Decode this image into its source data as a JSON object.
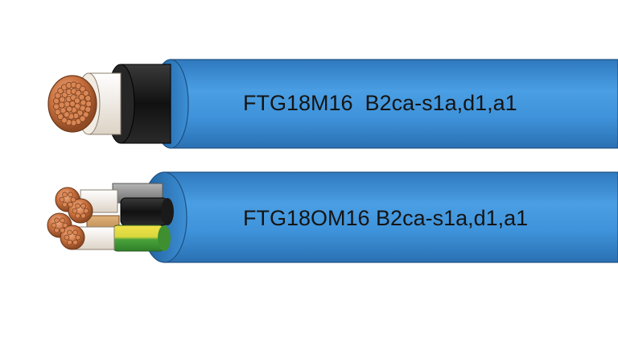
{
  "cables": [
    {
      "label": "FTG18M16  B2ca-s1a,d1,a1",
      "sheath_color": "#3d8fd6",
      "construction": "single-core",
      "conductor_color": "#c9703f",
      "bedding_color": "#1c1c1c",
      "insulation_color": "#f2ece4"
    },
    {
      "label": "FTG18OM16 B2ca-s1a,d1,a1",
      "sheath_color": "#3d8fd6",
      "construction": "multi-core",
      "conductor_color": "#c9703f",
      "core_colors": [
        "#8f8f8f",
        "#1c1c1c",
        "#c9943f",
        "#8fcf5a"
      ]
    }
  ]
}
